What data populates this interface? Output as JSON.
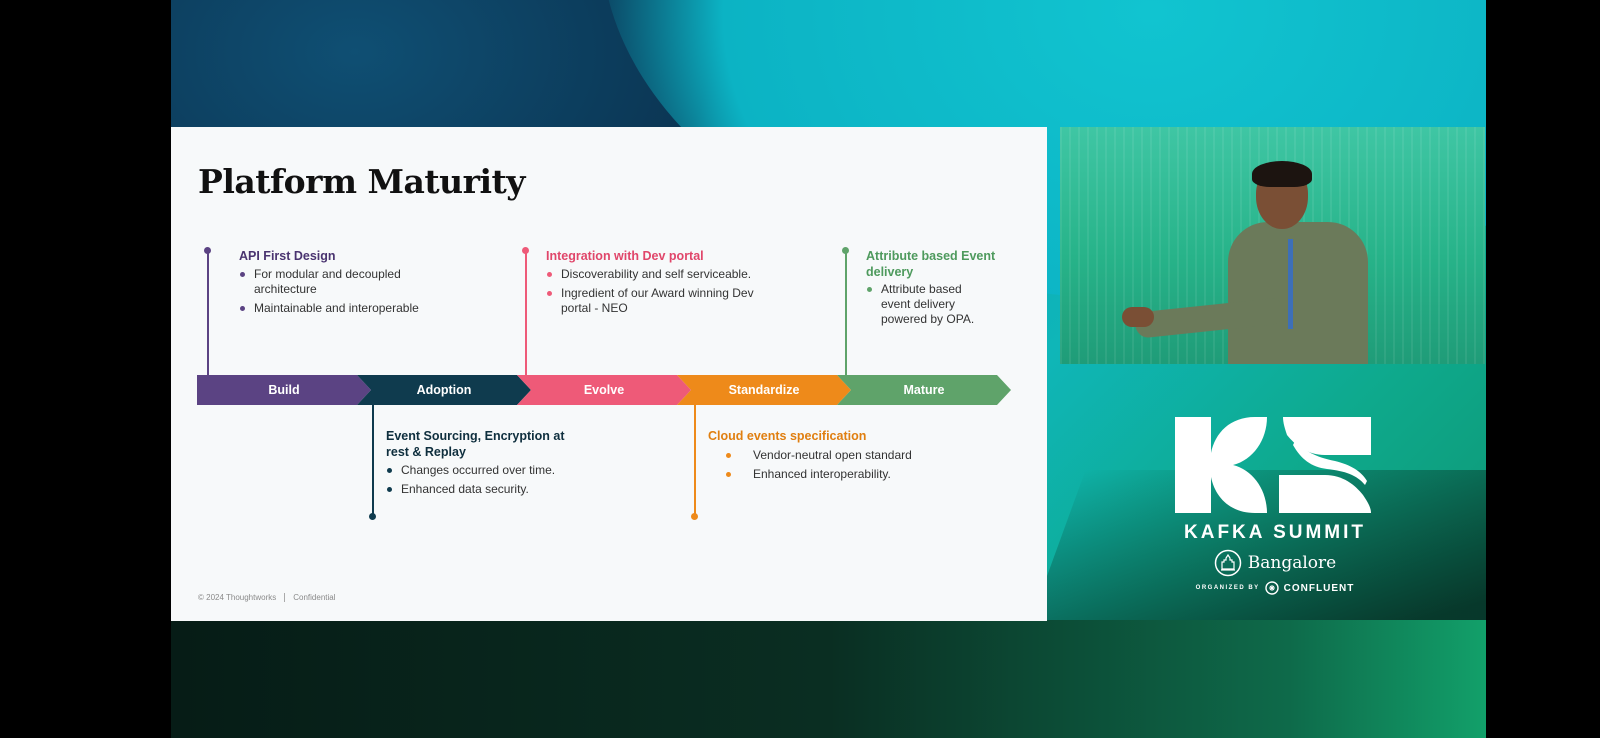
{
  "slide": {
    "title": "Platform Maturity",
    "footer_copyright": "© 2024 Thoughtworks",
    "footer_confidential": "Confidential"
  },
  "stages": [
    {
      "label": "Build",
      "color": "#5b4383"
    },
    {
      "label": "Adoption",
      "color": "#0f3b4e"
    },
    {
      "label": "Evolve",
      "color": "#ee5a78"
    },
    {
      "label": "Standardize",
      "color": "#ee8a1a"
    },
    {
      "label": "Mature",
      "color": "#5fa36a"
    }
  ],
  "milestones": {
    "build": {
      "heading": "API First Design",
      "color": "#5b4383",
      "bullets": [
        "For modular and decoupled architecture",
        "Maintainable and interoperable"
      ]
    },
    "adoption": {
      "heading": "Event Sourcing, Encryption at rest & Replay",
      "color": "#0f3b4e",
      "bullets": [
        "Changes occurred over time.",
        "Enhanced data security."
      ]
    },
    "evolve": {
      "heading": "Integration with Dev portal",
      "color": "#ee5a78",
      "bullets": [
        "Discoverability and self serviceable.",
        "Ingredient of our Award winning Dev portal - NEO"
      ]
    },
    "standardize": {
      "heading": "Cloud events specification",
      "color": "#ee8a1a",
      "bullets": [
        "Vendor-neutral open standard",
        "Enhanced interoperability."
      ]
    },
    "mature": {
      "heading": "Attribute based Event delivery",
      "color": "#5fa36a",
      "bullets": [
        "Attribute based event delivery powered by OPA."
      ]
    }
  },
  "event_logo": {
    "name": "KAFKA SUMMIT",
    "city": "Bangalore",
    "organized_by": "ORGANIZED BY",
    "organizer": "CONFLUENT"
  },
  "icons": [
    "kafka-summit-logo-mark",
    "bangalore-emblem-icon",
    "confluent-logo-icon"
  ]
}
